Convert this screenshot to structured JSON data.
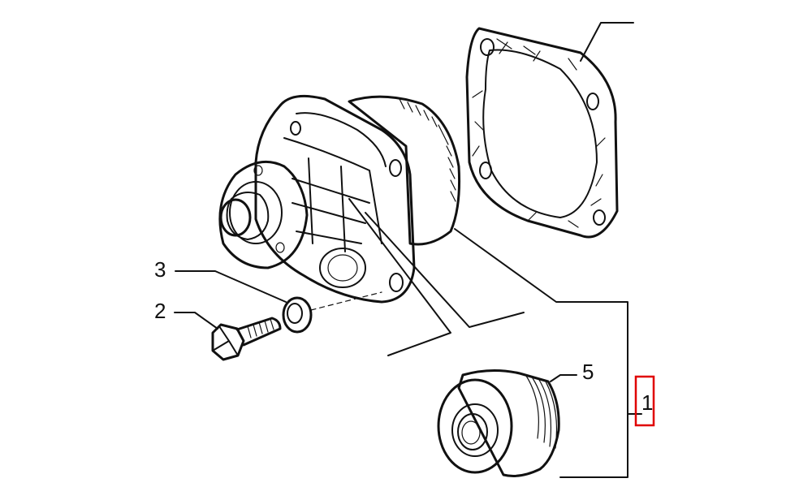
{
  "callouts": {
    "part_1": "1",
    "part_2": "2",
    "part_3": "3",
    "part_5": "5"
  },
  "highlight_color": "#e00000",
  "icons": [
    "water-pump-assembly",
    "gasket",
    "bolt",
    "washer",
    "pulley"
  ]
}
